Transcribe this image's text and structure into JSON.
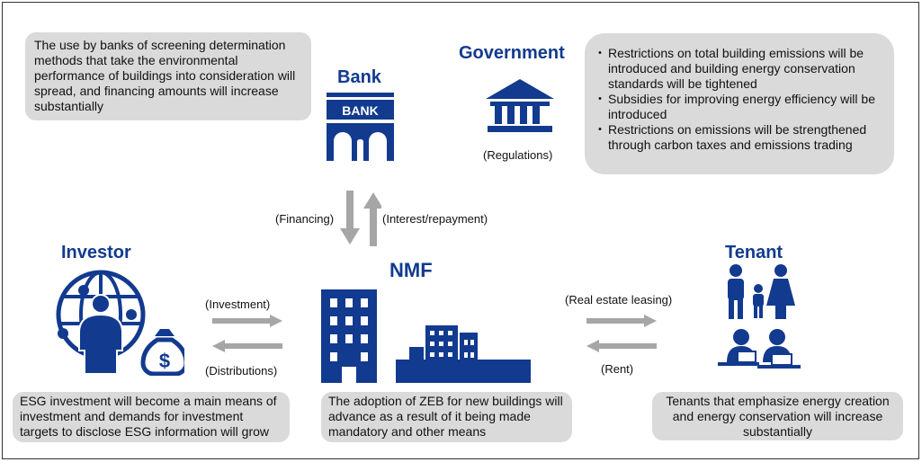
{
  "bank": {
    "label": "Bank",
    "icon_text": "BANK",
    "note": "The use by banks of screening determination methods that take the environmental performance of buildings into consideration will spread, and financing amounts will increase substantially"
  },
  "government": {
    "label": "Government",
    "caption": "(Regulations)",
    "notes": [
      "Restrictions on total building emissions will be introduced and building energy conservation standards will be tightened",
      "Subsidies for improving energy efficiency will be introduced",
      "Restrictions on emissions will be strengthened through carbon taxes and emissions trading"
    ]
  },
  "flows": {
    "financing": "(Financing)",
    "interest": "(Interest/repayment)",
    "investment": "(Investment)",
    "distributions": "(Distributions)",
    "leasing": "(Real estate leasing)",
    "rent": "(Rent)"
  },
  "investor": {
    "label": "Investor",
    "note": "ESG investment will become a main means of investment and demands for investment targets to disclose ESG information will grow"
  },
  "nmf": {
    "label": "NMF",
    "note": "The adoption of ZEB for new buildings will advance as a result of it being made mandatory and other means"
  },
  "tenant": {
    "label": "Tenant",
    "note": "Tenants that emphasize energy creation and energy conservation will increase substantially"
  },
  "colors": {
    "brand": "#123a8f",
    "box": "#dadada",
    "arrow": "#a6a6a6"
  }
}
